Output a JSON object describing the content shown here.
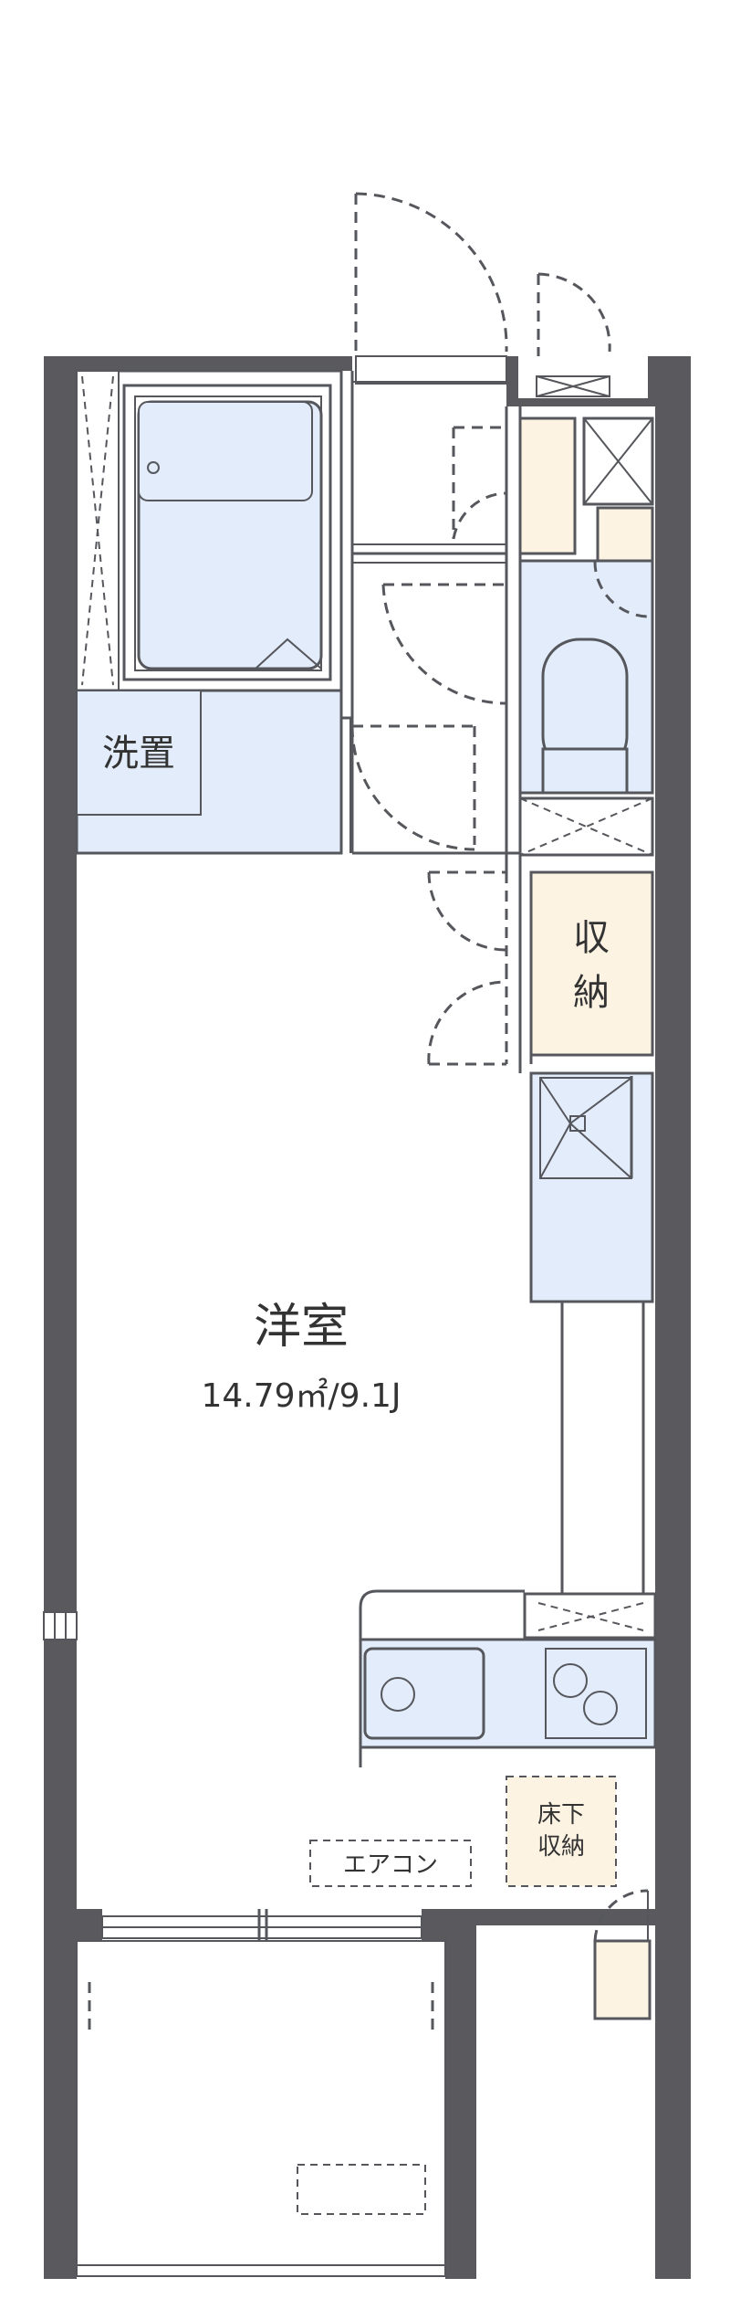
{
  "rooms": {
    "western_room": {
      "name": "洋室",
      "area": "14.79㎡/9.1J"
    },
    "washer": {
      "label": "洗置"
    },
    "closet": {
      "label_line1": "収",
      "label_line2": "納"
    },
    "underfloor_storage": {
      "label_line1": "床下",
      "label_line2": "収納"
    },
    "air_conditioner": {
      "label": "エアコン"
    }
  },
  "colors": {
    "wall": "#5a5a5e",
    "fixture_blue": "#e3ecfb",
    "storage_cream": "#fdf3e2",
    "line": "#55575c"
  }
}
